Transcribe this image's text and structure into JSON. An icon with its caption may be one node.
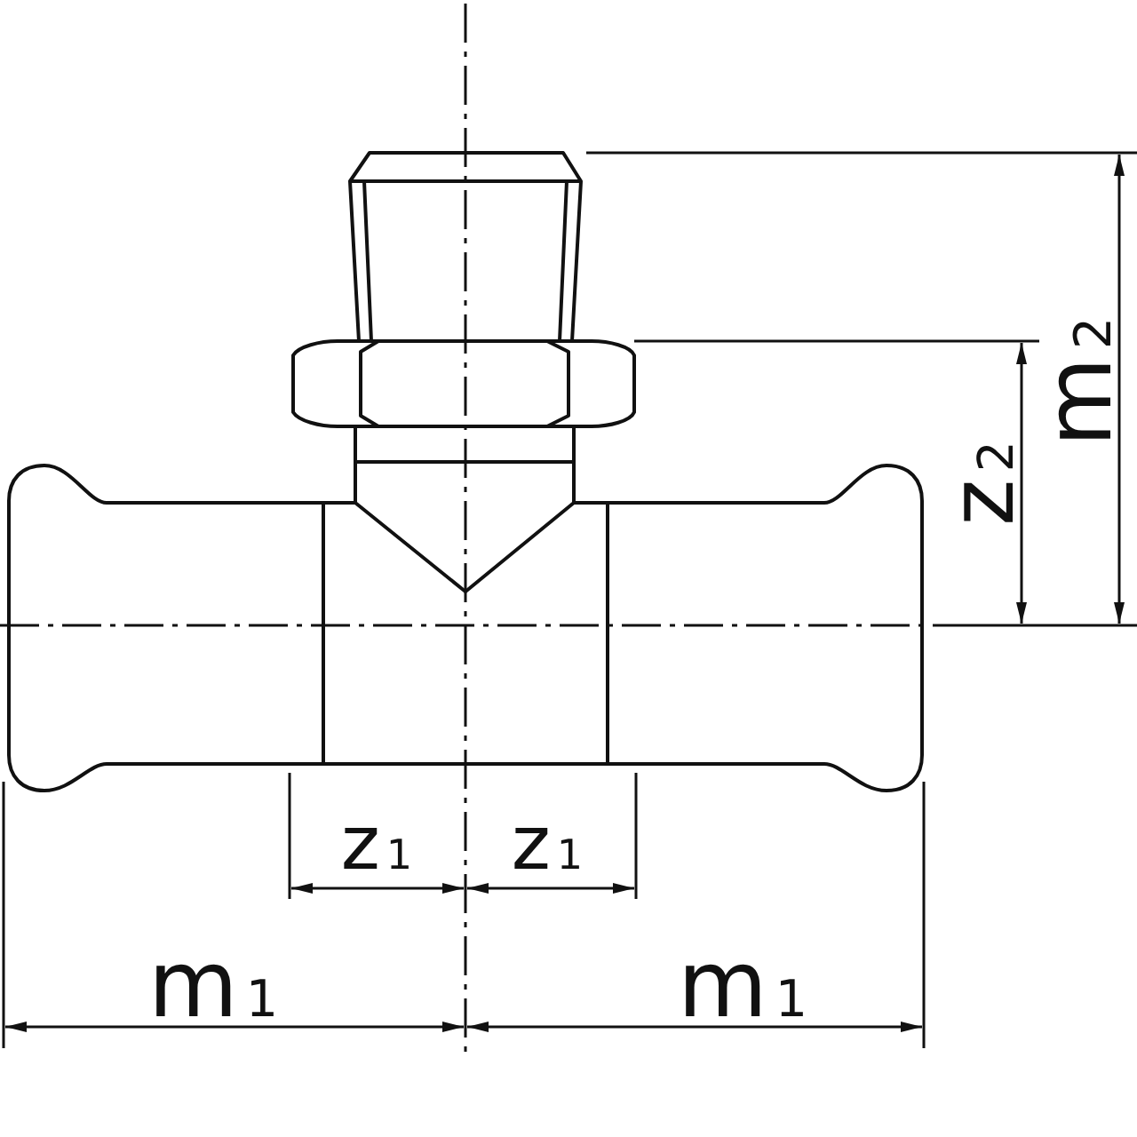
{
  "diagram": {
    "labels": [
      "m$_{2}$",
      "z$_{2}$",
      "z$_{1}$",
      "z$_{1}$",
      "m$_{1}$",
      "m$_{1}$"
    ]
  }
}
